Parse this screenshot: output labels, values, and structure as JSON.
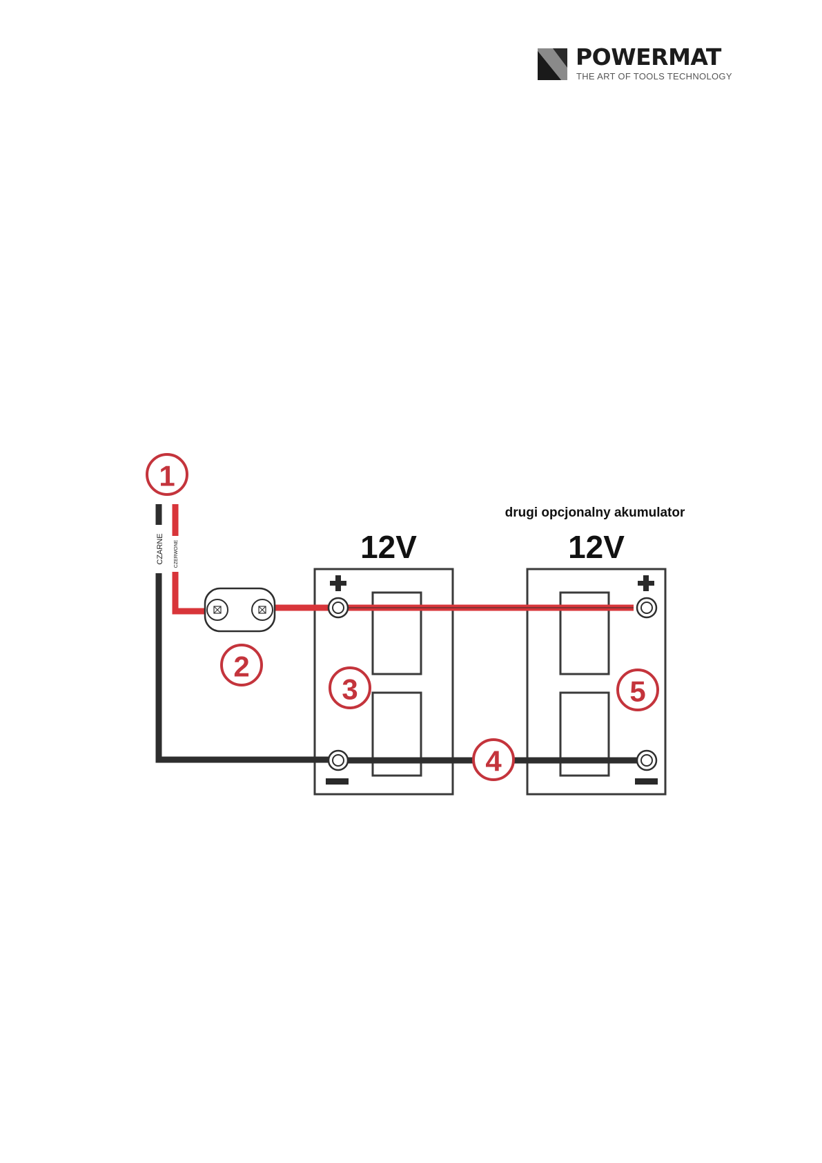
{
  "logo": {
    "brand": "POWERMAT",
    "tagline": "THE ART OF TOOLS TECHNOLOGY"
  },
  "diagram": {
    "callouts": [
      "1",
      "2",
      "3",
      "4",
      "5"
    ],
    "wires": {
      "black_label": "CZARNE",
      "red_label": "CZERWONE"
    },
    "batteries": [
      {
        "voltage": "12V"
      },
      {
        "voltage": "12V"
      }
    ],
    "optional_battery_label": "drugi opcjonalny akumulator",
    "colors": {
      "red_wire": "#d8353a",
      "black_wire": "#2e2e2e",
      "callout": "#c4343c"
    }
  }
}
